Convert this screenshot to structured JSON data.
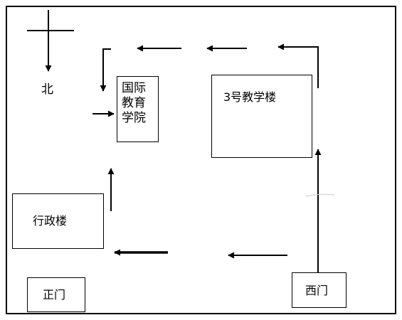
{
  "compass": {
    "north_label": "北"
  },
  "buildings": {
    "international_college": {
      "line1": "国际",
      "line2": "教育",
      "line3": "学院"
    },
    "teaching_building_3": {
      "label": "3号教学楼"
    },
    "admin_building": {
      "label": "行政楼"
    },
    "main_gate": {
      "label": "正门"
    },
    "west_gate": {
      "label": "西门"
    }
  }
}
